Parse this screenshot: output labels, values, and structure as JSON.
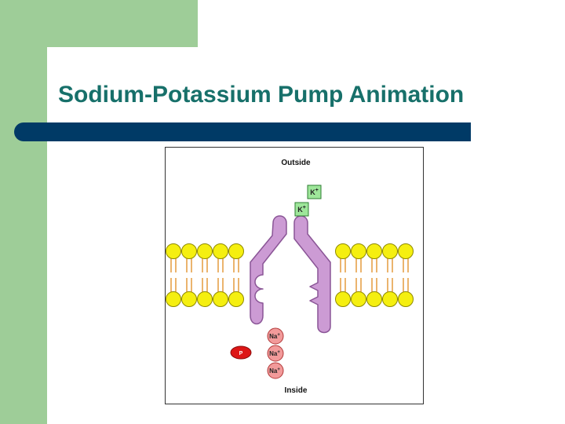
{
  "slide": {
    "title": "Sodium-Potassium Pump Animation"
  },
  "diagram": {
    "outside_label": "Outside",
    "inside_label": "Inside",
    "potassium_ions": [
      {
        "symbol": "K",
        "charge": "+"
      },
      {
        "symbol": "K",
        "charge": "+"
      }
    ],
    "sodium_ions": [
      {
        "symbol": "Na",
        "charge": "+"
      },
      {
        "symbol": "Na",
        "charge": "+"
      },
      {
        "symbol": "Na",
        "charge": "+"
      }
    ],
    "phosphate": {
      "symbol": "P"
    },
    "colors": {
      "lipid_head": "#f5ef10",
      "lipid_tail": "#e6a24a",
      "pump_protein": "#cc9bd4",
      "potassium_box": "#9ee69a",
      "sodium_ion": "#f29a9a",
      "phosphate": "#dd1616"
    }
  },
  "theme": {
    "title_color": "#17706a",
    "accent_bar": "#003a66",
    "side_green": "#9ecd98"
  }
}
